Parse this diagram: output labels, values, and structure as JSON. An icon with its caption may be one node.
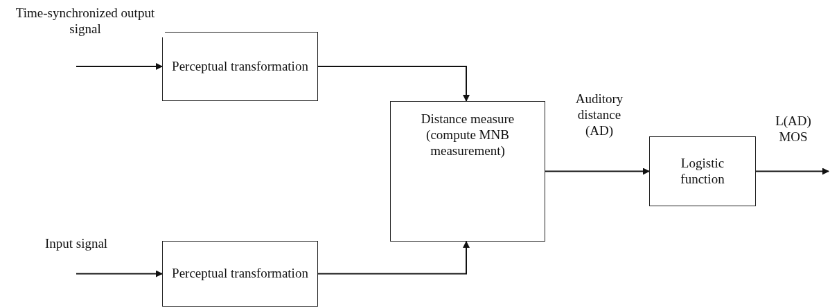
{
  "diagram": {
    "nodes": [
      {
        "text": [
          "Perceptual transformation"
        ]
      },
      {
        "text": [
          "Distance measure (compute MNB measurement)"
        ]
      },
      {
        "text": [
          "Perceptual transformation"
        ]
      },
      {
        "text": [
          "Logistic function"
        ]
      }
    ],
    "edges": [
      {
        "from": null,
        "to": 0,
        "arrow": "to",
        "label": "Time-synchronized output signal"
      },
      {
        "from": null,
        "to": 2,
        "arrow": "to",
        "label": "Input signal"
      },
      {
        "from": 0,
        "to": 1,
        "arrow": "to"
      },
      {
        "from": 2,
        "to": 1,
        "arrow": "to"
      },
      {
        "from": 1,
        "to": 3,
        "arrow": "to",
        "label": "Auditory distance (AD)"
      },
      {
        "from": 3,
        "to": null,
        "arrow": "to",
        "label": "L(AD) MOS"
      }
    ]
  }
}
